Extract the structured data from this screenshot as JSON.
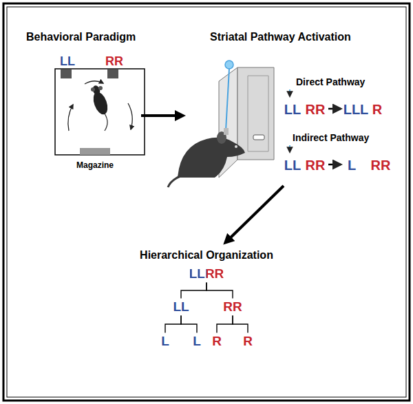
{
  "diagram": {
    "nodes": [
      {
        "text": [
          "LLRR"
        ]
      },
      {
        "text": [
          "LL"
        ]
      },
      {
        "text": [
          "RR"
        ]
      },
      {
        "text": [
          "L"
        ]
      },
      {
        "text": [
          "L"
        ]
      },
      {
        "text": [
          "R"
        ]
      },
      {
        "text": [
          "R"
        ]
      }
    ],
    "edges": [
      {
        "from": 0,
        "to": 1,
        "arrow": "none"
      },
      {
        "from": 0,
        "to": 2,
        "arrow": "none"
      },
      {
        "from": 1,
        "to": 3,
        "arrow": "none"
      },
      {
        "from": 1,
        "to": 4,
        "arrow": "none"
      },
      {
        "from": 2,
        "to": 5,
        "arrow": "none"
      },
      {
        "from": 2,
        "to": 6,
        "arrow": "none"
      }
    ],
    "labels": [
      "Behavioral Paradigm",
      "LL",
      "RR",
      "Magazine",
      "Striatal Pathway Activation",
      "Direct Pathway",
      "LL",
      "RR",
      "LLL",
      "R",
      "Indirect Pathway",
      "LL",
      "RR",
      "L",
      "RR",
      "Hierarchical Organization"
    ]
  }
}
